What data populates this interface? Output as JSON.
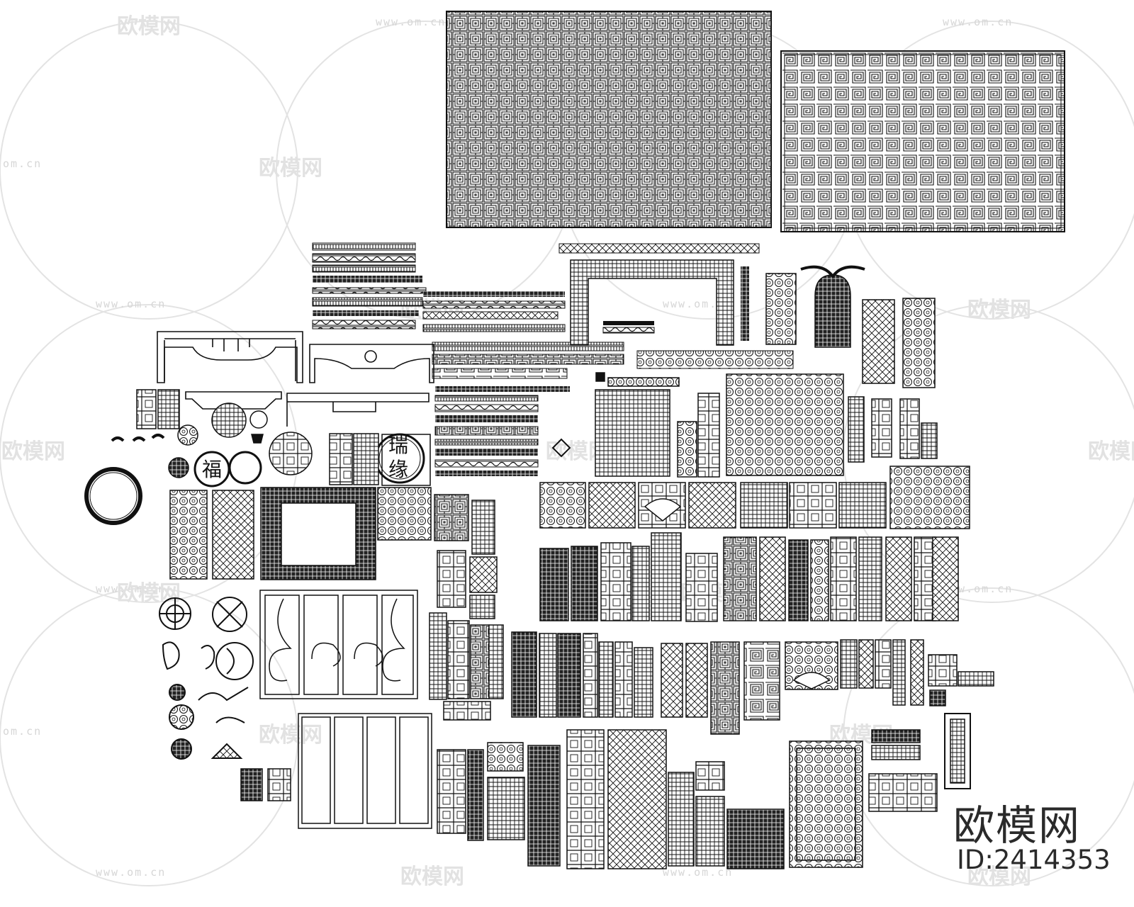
{
  "brand": {
    "logo_text": "欧模网",
    "id_text": "ID:2414353"
  },
  "watermark": {
    "url_text": "www.om.cn",
    "logo_text": "欧模网",
    "url_partial": "om.cn"
  },
  "glyphs": {
    "fu": "福",
    "rui": "瑞",
    "yuan": "缘"
  },
  "colors": {
    "line": "#111111",
    "watermark": "#d9d9d9",
    "background": "#ffffff"
  }
}
